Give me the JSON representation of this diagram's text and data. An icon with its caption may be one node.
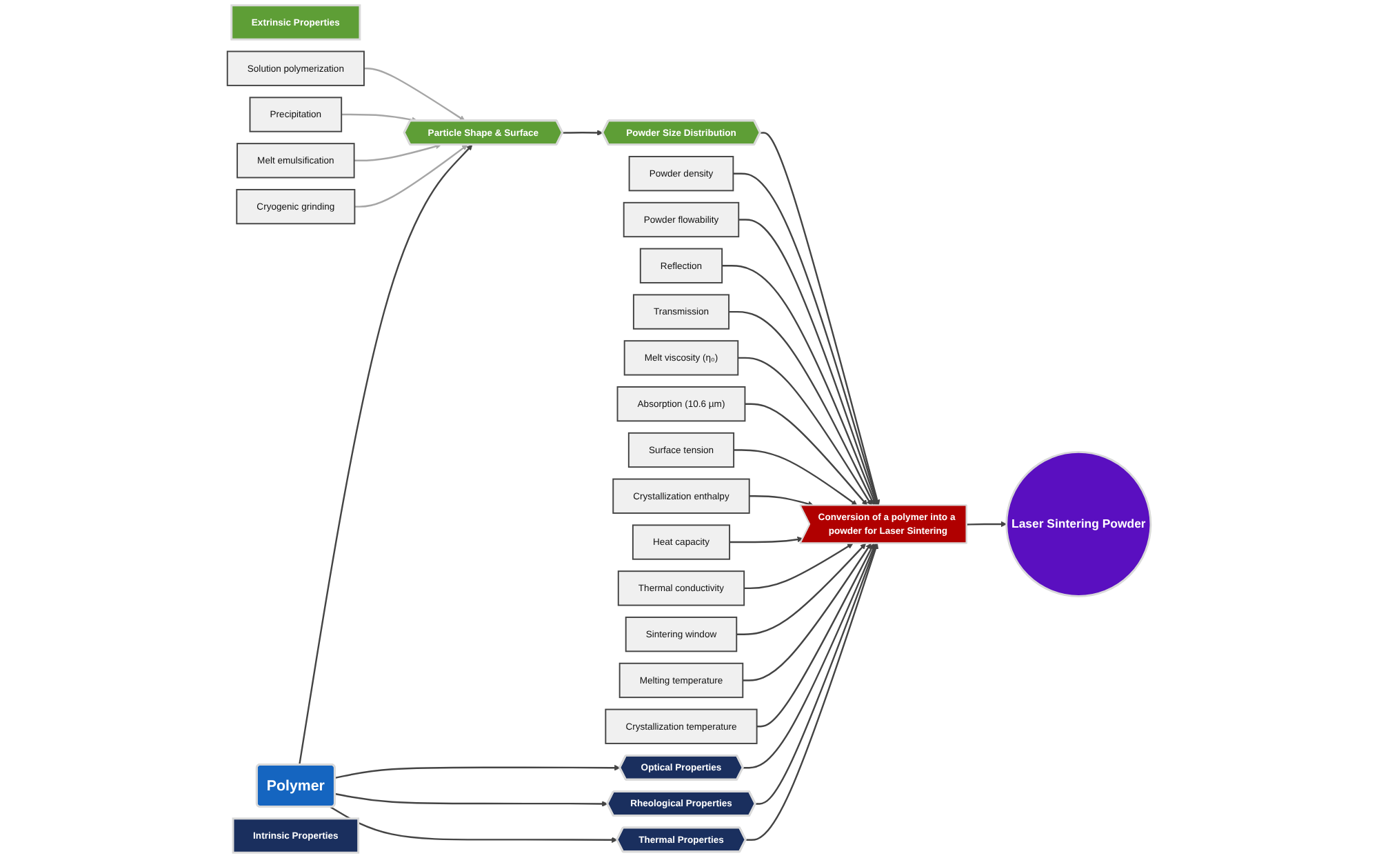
{
  "diagram": {
    "nodes": [
      {
        "text": [
          "Extrinsic Properties"
        ]
      },
      {
        "text": [
          "Solution polymerization"
        ]
      },
      {
        "text": [
          "Precipitation"
        ]
      },
      {
        "text": [
          "Particle Shape & Surface"
        ]
      },
      {
        "text": [
          "Powder Size Distribution"
        ]
      },
      {
        "text": [
          "Melt emulsification"
        ]
      },
      {
        "text": [
          "Cryogenic grinding"
        ]
      },
      {
        "text": [
          "Powder density"
        ]
      },
      {
        "text": [
          "Powder flowability"
        ]
      },
      {
        "text": [
          "Polymer"
        ]
      },
      {
        "text": [
          "Conversion of a polymer into a powder for Laser Sintering"
        ]
      },
      {
        "text": [
          "Laser Sintering Powder"
        ]
      },
      {
        "text": [
          "Intrinsic Properties"
        ]
      },
      {
        "text": [
          "Reflection"
        ]
      },
      {
        "text": [
          "Transmission"
        ]
      },
      {
        "text": [
          "Melt viscosity (η₀)"
        ]
      },
      {
        "text": [
          "Absorption (10.6 µm)"
        ]
      },
      {
        "text": [
          "Surface tension"
        ]
      },
      {
        "text": [
          "Crystallization enthalpy"
        ]
      },
      {
        "text": [
          "Heat capacity"
        ]
      },
      {
        "text": [
          "Thermal conductivity"
        ]
      },
      {
        "text": [
          "Sintering window"
        ]
      },
      {
        "text": [
          "Melting temperature"
        ]
      },
      {
        "text": [
          "Crystallization temperature"
        ]
      },
      {
        "text": [
          "Optical Properties"
        ]
      },
      {
        "text": [
          "Rheological Properties"
        ]
      },
      {
        "text": [
          "Thermal Properties"
        ]
      }
    ],
    "edges": [
      {
        "from": 9,
        "to": 3,
        "arrow": "to"
      },
      {
        "from": 1,
        "to": 3,
        "arrow": "to",
        "color": "#a6a6a6"
      },
      {
        "from": 2,
        "to": 3,
        "arrow": "to",
        "color": "#a6a6a6"
      },
      {
        "from": 5,
        "to": 3,
        "arrow": "to",
        "color": "#a6a6a6"
      },
      {
        "from": 6,
        "to": 3,
        "arrow": "to",
        "color": "#a6a6a6"
      },
      {
        "from": 3,
        "to": 4,
        "arrow": "to"
      },
      {
        "from": 4,
        "to": 10,
        "arrow": "to"
      },
      {
        "from": 7,
        "to": 10,
        "arrow": "to"
      },
      {
        "from": 8,
        "to": 10,
        "arrow": "to"
      },
      {
        "from": 10,
        "to": 11,
        "arrow": "to"
      },
      {
        "from": 9,
        "to": 24,
        "arrow": "to"
      },
      {
        "from": 9,
        "to": 25,
        "arrow": "to"
      },
      {
        "from": 9,
        "to": 26,
        "arrow": "to"
      },
      {
        "from": 24,
        "to": 10,
        "arrow": "to"
      },
      {
        "from": 13,
        "to": 10,
        "arrow": "to"
      },
      {
        "from": 14,
        "to": 10,
        "arrow": "to"
      },
      {
        "from": 16,
        "to": 10,
        "arrow": "to"
      },
      {
        "from": 25,
        "to": 10,
        "arrow": "to"
      },
      {
        "from": 15,
        "to": 10,
        "arrow": "to"
      },
      {
        "from": 17,
        "to": 10,
        "arrow": "to"
      },
      {
        "from": 26,
        "to": 10,
        "arrow": "to"
      },
      {
        "from": 18,
        "to": 10,
        "arrow": "to"
      },
      {
        "from": 19,
        "to": 10,
        "arrow": "to"
      },
      {
        "from": 20,
        "to": 10,
        "arrow": "to"
      },
      {
        "from": 21,
        "to": 10,
        "arrow": "to"
      },
      {
        "from": 22,
        "to": 10,
        "arrow": "to"
      },
      {
        "from": 23,
        "to": 10,
        "arrow": "to"
      }
    ]
  }
}
